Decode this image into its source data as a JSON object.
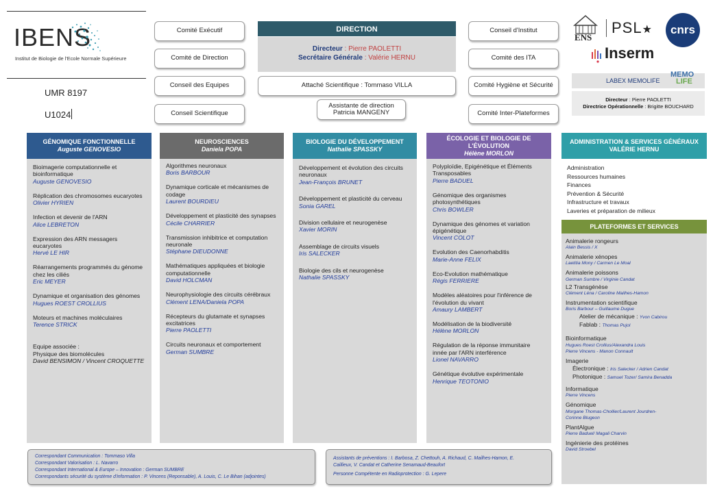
{
  "logo": {
    "name": "IBENS",
    "subtitle": "Institut de Biologie de l'Ecole Normale Supérieure"
  },
  "unit_codes": [
    "UMR 8197",
    "U1024"
  ],
  "committees_left": [
    "Comité Exécutif",
    "Comité de Direction",
    "Conseil des Equipes",
    "Conseil Scientifique"
  ],
  "committees_right": [
    "Conseil d'Institut",
    "Comité des ITA",
    "Comité Hygiène et Sécurité",
    "Comité Inter-Plateformes"
  ],
  "direction": {
    "title": "DIRECTION",
    "director_role": "Directeur",
    "director_name": "Pierre PAOLETTI",
    "secretary_role": "Secrétaire Générale",
    "secretary_name": "Valérie HERNU",
    "attache": "Attaché Scientifique  :  Tommaso VILLA",
    "assistant_line1": "Assistante de direction",
    "assistant_line2": "Patricia MANGENY"
  },
  "partner_logos": {
    "ens": "ENS",
    "psl": "PSL",
    "cnrs": "cnrs",
    "inserm": "Inserm"
  },
  "labex": {
    "title": "LABEX MEMOLIFE",
    "logo_top": "MEMO",
    "logo_bottom": "LIFE",
    "director_role": "Directeur",
    "director_name": "Pierre PAOLETTI",
    "director2_role": "Directrice Opérationnelle",
    "director2_name": "Brigitte BOUCHARD"
  },
  "columns": [
    {
      "title": "GÉNOMIQUE FONCTIONNELLE",
      "lead": "Auguste GENOVESIO",
      "color": "#2e5a8f",
      "items": [
        {
          "t": "Bioimagerie computationnelle et bioinformatique",
          "p": "Auguste GENOVESIO"
        },
        {
          "t": "Réplication des chromosomes eucaryotes",
          "p": "Olivier HYRIEN"
        },
        {
          "t": "Infection et devenir de l'ARN",
          "p": "Alice LEBRETON"
        },
        {
          "t": "Expression des ARN messagers eucaryotes",
          "p": "Hervé LE HIR"
        },
        {
          "t": "Réarrangements programmés du génome chez les ciliés",
          "p": "Eric MEYER"
        },
        {
          "t": "Dynamique et organisation des génomes",
          "p": "Hugues ROEST CROLLIUS"
        },
        {
          "t": "Moteurs et machines moléculaires",
          "p": "Terence STRICK"
        }
      ],
      "extra_label": "Equipe associée :",
      "extra_team": "Physique des biomolécules",
      "extra_people": "David BENSIMON / Vincent CROQUETTE"
    },
    {
      "title": "NEUROSCIENCES",
      "lead": "Daniela POPA",
      "color": "#6b6b6b",
      "items": [
        {
          "t": "Algorithmes neuronaux",
          "p": "Boris BARBOUR"
        },
        {
          "t": "Dynamique corticale et mécanismes de codage",
          "p": "Laurent BOURDIEU"
        },
        {
          "t": "Développement et plasticité des synapses",
          "p": "Cécile CHARRIER"
        },
        {
          "t": "Transmission inhibitrice et computation neuronale",
          "p": "Stéphane DIEUDONNE"
        },
        {
          "t": "Mathématiques appliquées et biologie computationnelle",
          "p": "David HOLCMAN"
        },
        {
          "t": "Neurophysiologie des circuits cérébraux",
          "p": "Clément LENA/Daniela POPA"
        },
        {
          "t": "Récepteurs du glutamate et synapses excitatrices",
          "p": "Pierre PAOLETTI"
        },
        {
          "t": "Circuits neuronaux et comportement",
          "p": "German SUMBRE"
        }
      ]
    },
    {
      "title": "BIOLOGIE DU DÉVELOPPEMENT",
      "lead": "Nathalie SPASSKY",
      "color": "#318ca3",
      "items": [
        {
          "t": "Développement et évolution des circuits neuronaux",
          "p": "Jean-François BRUNET"
        },
        {
          "t": "Développement et plasticité du cerveau",
          "p": "Sonia GAREL"
        },
        {
          "t": "Division cellulaire et neurogenèse",
          "p": "Xavier MORIN"
        },
        {
          "t": "Assemblage de circuits visuels",
          "p": "Iris SALECKER"
        },
        {
          "t": "Biologie des cils et neurogenèse",
          "p": "Nathalie SPASSKY"
        }
      ]
    },
    {
      "title": "ÉCOLOGIE ET BIOLOGIE DE L'ÉVOLUTION",
      "lead": "Hélène MORLON",
      "color": "#7a62a8",
      "items": [
        {
          "t": "Polyploïdie, Epigénétique et Éléments Transposables",
          "p": "Pierre BADUEL"
        },
        {
          "t": "Génomique des organismes photosynthétiques",
          "p": "Chris BOWLER"
        },
        {
          "t": "Dynamique des génomes et variation épigénétique",
          "p": "Vincent COLOT"
        },
        {
          "t": "Evolution des Caenorhabditis",
          "p": "Marie-Anne FELIX"
        },
        {
          "t": "Eco-Evolution mathématique",
          "p": "Régis FERRIERE"
        },
        {
          "t": "Modèles aléatoires pour l'inférence de l'évolution du vivant",
          "p": "Amaury LAMBERT"
        },
        {
          "t": "Modélisation de la biodiversité",
          "p": "Hélène MORLON"
        },
        {
          "t": "Régulation de la réponse immunitaire innée par l'ARN interférence",
          "p": "Lionel NAVARRO"
        },
        {
          "t": "Génétique évolutive expérimentale",
          "p": "Henrique TEOTONIO"
        }
      ]
    }
  ],
  "admin": {
    "title": "ADMINISTRATION & SERVICES GÉNÉRAUX",
    "lead": "VALÉRIE HERNU",
    "color": "#2f9fa8",
    "items": [
      "Administration",
      "Ressources humaines",
      "Finances",
      "Prévention & Sécurité",
      "Infrastructure et travaux",
      "Laveries et préparation de milieux"
    ]
  },
  "platforms": {
    "title": "PLATEFORMES ET SERVICES",
    "items": [
      {
        "t": "Animalerie rongeurs",
        "p": "Alain Bessis / X"
      },
      {
        "t": "Animalerie xénopes",
        "p": "Laetitia Mony / Carmen  Le Moal"
      },
      {
        "t": "Animalerie poissons",
        "p": "German  Sumbre / Virginie Candat"
      },
      {
        "t": "L2 Transgénèse",
        "p": "Clément  Léna / Caroline Mailhes-Hamon"
      },
      {
        "t": "Instrumentation scientifique",
        "p": "Boris Barbour  –  Guillaume Dugue"
      },
      {
        "t": "Bioinformatique",
        "p": "Hugues  Roest Crollius/Alexandra  Louis",
        "p2": "Pierre  Vincens - Manon  Connault"
      },
      {
        "t": "Imagerie"
      },
      {
        "t": "Informatique",
        "p": "Pierre  Vincens"
      },
      {
        "t": "Génomique",
        "p": "Morgane  Thomas-Chollier/Laurent   Jourdren-",
        "p2": "Corinne  Blugeon"
      },
      {
        "t": "PlantAlgue",
        "p": "Pierre  Baduel/ Magali  Charvin"
      },
      {
        "t": "Ingénierie des protéines",
        "p": "David Stroebel"
      }
    ],
    "instrument_sub": [
      {
        "t": "Atelier de mécanique :",
        "p": "Yvon Cabirou"
      },
      {
        "t": "Fablab :",
        "p": "Thomas Pujol"
      }
    ],
    "imaging_sub": [
      {
        "t": "Électronique :",
        "p": "Iris Salecker / Adrien Candat"
      },
      {
        "t": "Photonique :",
        "p": "Samuel  Tozer/ Samira Benadda"
      }
    ]
  },
  "footer_left": [
    "Correspondant   Communication   : Tommaso  Villa",
    "Correspondant   Valorisation   : L.  Navarro",
    "Correspondant   International   & Europe   – Innovation  : German  SUMBRE",
    "Correspondants   sécurité du système d'information  : P. Vincens (Reponsable),  A.  Louis, C. Le Bihan  (adjointes)"
  ],
  "footer_right": [
    "Assistants de préventions  : I. Barbosa,  Z. Chettouh,  A. Richaud,  C. Mailhes-Hamon,  E.",
    "Caillieux, V.  Candat  et Catherine  Senamaud-Beaufort",
    "Personne  Compétente   en Radioprotection   : G. Lepere"
  ]
}
